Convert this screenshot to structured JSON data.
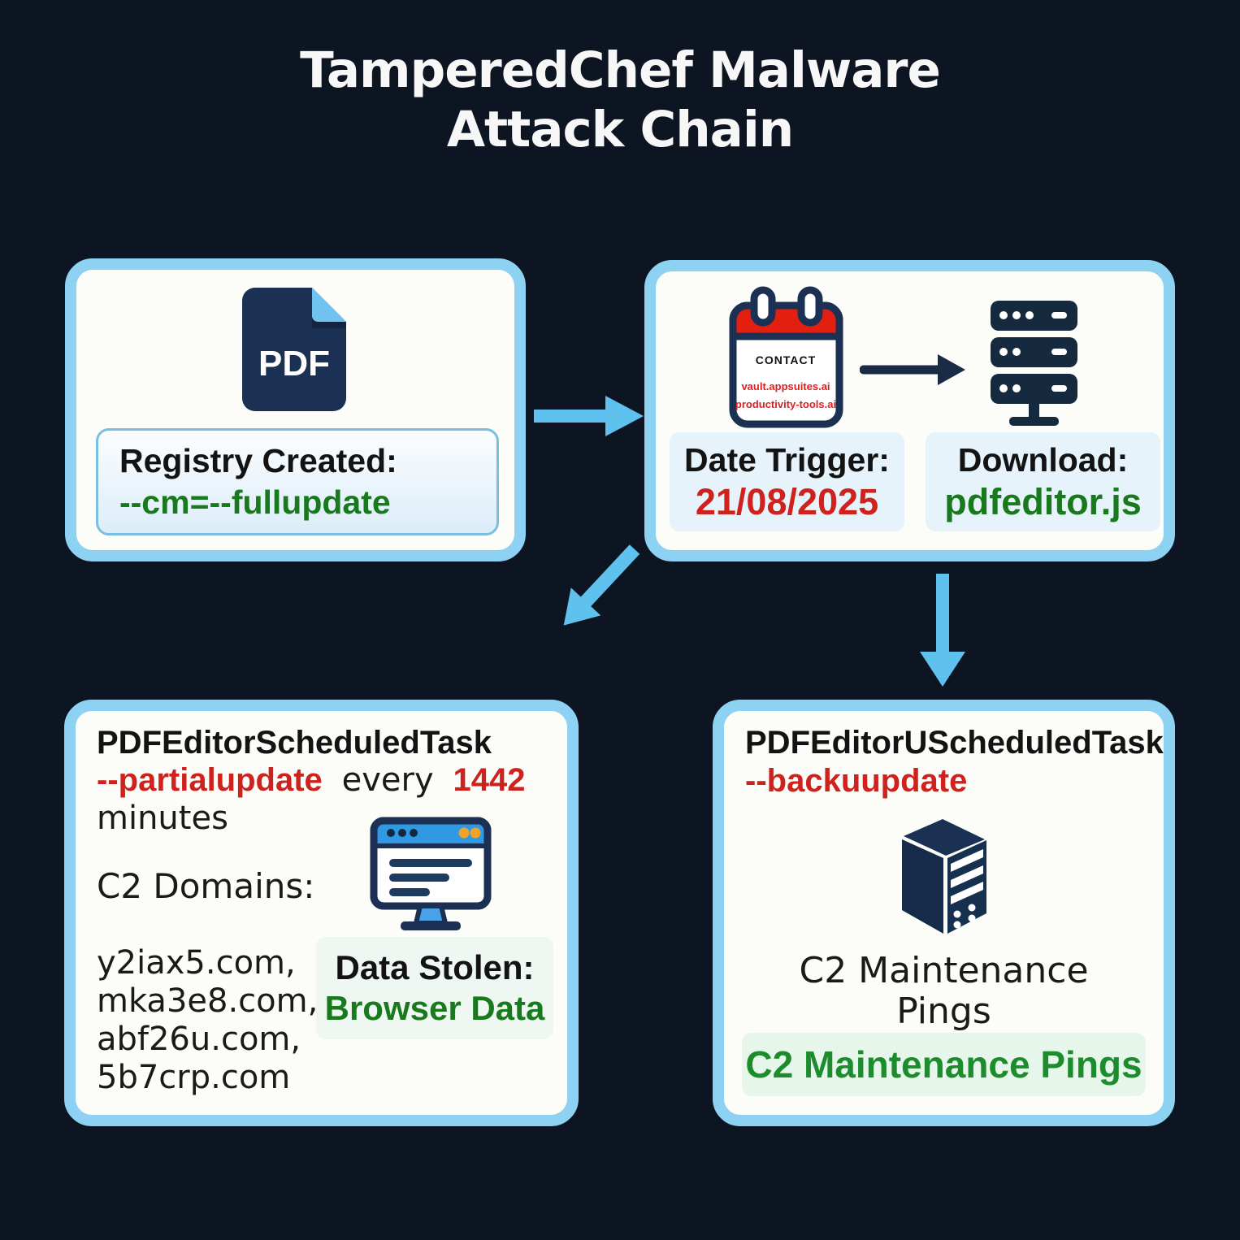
{
  "title": {
    "line1": "TamperedChef Malware",
    "line2": "Attack Chain"
  },
  "colors": {
    "background": "#0c1521",
    "box_border": "#8ed2f3",
    "box_fill": "#fcfcf8",
    "flow_arrow": "#5fc1ee",
    "icon_navy": "#1b3052",
    "red_text": "#cf221d",
    "green_text": "#187a1d",
    "badge_green_text": "#1c8c2c"
  },
  "icons": {
    "pdf_file_icon": "dark navy document with folded corner",
    "calendar_icon": "red-top calendar with contact domains",
    "request_arrow_icon": "dark right arrow",
    "server_stack_icon": "stacked rack servers",
    "browser_window_icon": "monitor with browser window",
    "tower_server_icon": "3d server tower",
    "flow_arrows": "light blue connector arrows"
  },
  "stage1": {
    "pdf_badge": "PDF",
    "registry_label": "Registry Created:",
    "registry_value": "--cm=--fullupdate"
  },
  "stage2": {
    "calendar_header": "CONTACT",
    "calendar_domain_1": "vault.appsuites.ai",
    "calendar_domain_2": "productivity-tools.ai",
    "date_trigger_label": "Date Trigger:",
    "date_trigger_value": "21/08/2025",
    "download_label": "Download:",
    "download_value": "pdfeditor.js"
  },
  "stage3": {
    "task_name": "PDFEditorScheduledTask",
    "flag": "--partialupdate",
    "every_word": "every",
    "interval": "1442",
    "minutes_word": "minutes",
    "c2_label": "C2 Domains:",
    "domains": [
      "y2iax5.com,",
      "mka3e8.com,",
      "abf26u.com,",
      "5b7crp.com"
    ],
    "data_stolen_label": "Data Stolen:",
    "data_stolen_value": "Browser Data"
  },
  "stage4": {
    "task_name": "PDFEditorUScheduledTask",
    "flag": "--backuupdate",
    "caption_line1": "C2 Maintenance",
    "caption_line2": "Pings",
    "badge": "C2 Maintenance Pings"
  }
}
